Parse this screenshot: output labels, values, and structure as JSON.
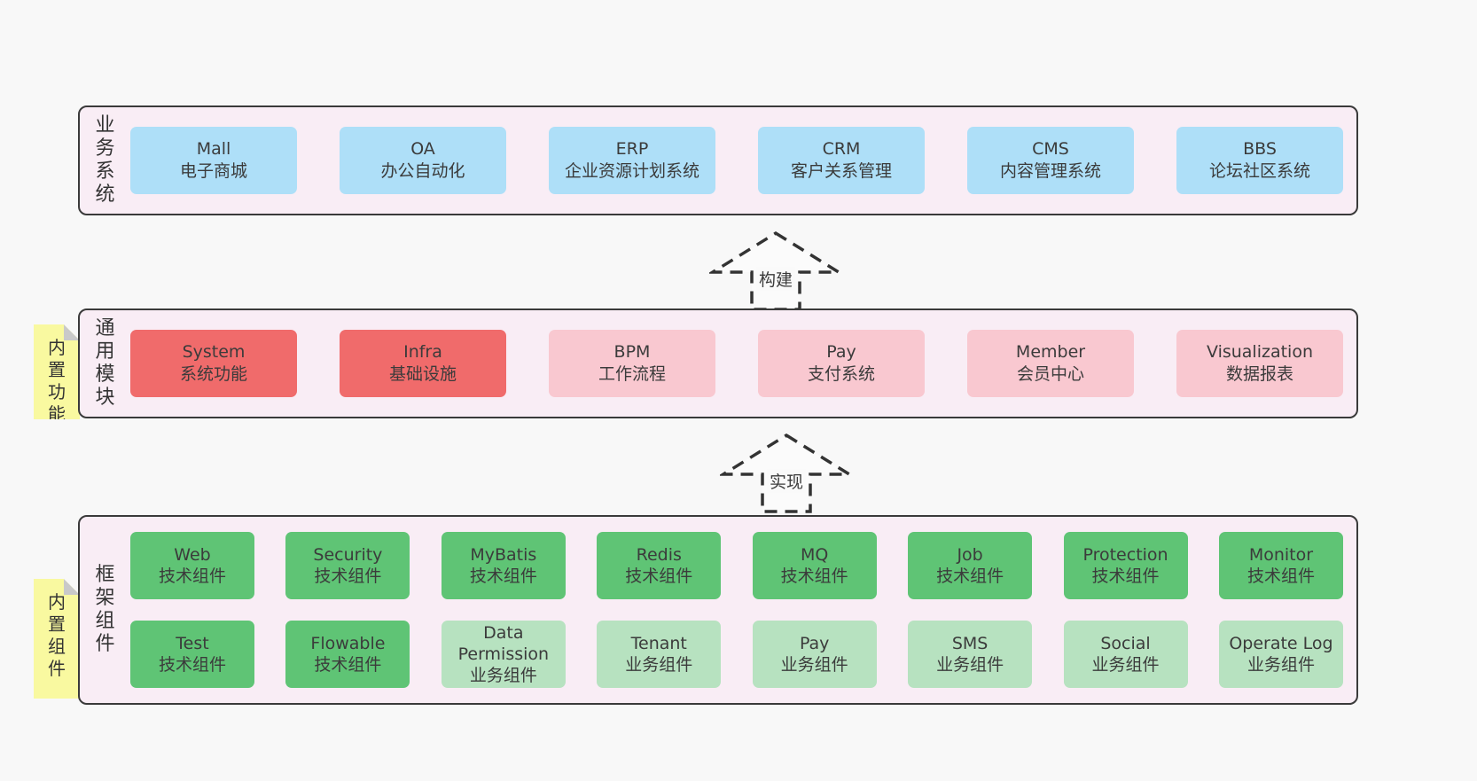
{
  "colors": {
    "page_bg": "#f8f8f8",
    "panel_bg": "#f9edf5",
    "panel_border": "#3a3a3a",
    "box_blue": "#aedff8",
    "box_red": "#f06b6b",
    "box_pink": "#f9c8d0",
    "box_green_dark": "#5fc475",
    "box_green_light": "#b7e2c0",
    "sticky_yellow": "#f9f9a0",
    "sticky_fold_gray": "#c9c9c9",
    "text": "#3b3b3b"
  },
  "sections": {
    "business": {
      "label_vertical": "业务系统",
      "boxes": [
        {
          "name": "Mall",
          "desc": "电子商城"
        },
        {
          "name": "OA",
          "desc": "办公自动化"
        },
        {
          "name": "ERP",
          "desc": "企业资源计划系统"
        },
        {
          "name": "CRM",
          "desc": "客户关系管理"
        },
        {
          "name": "CMS",
          "desc": "内容管理系统"
        },
        {
          "name": "BBS",
          "desc": "论坛社区系统"
        }
      ]
    },
    "modules": {
      "label_vertical": "通用模块",
      "tag_vertical": "内置功能",
      "boxes": [
        {
          "name": "System",
          "desc": "系统功能"
        },
        {
          "name": "Infra",
          "desc": "基础设施"
        },
        {
          "name": "BPM",
          "desc": "工作流程"
        },
        {
          "name": "Pay",
          "desc": "支付系统"
        },
        {
          "name": "Member",
          "desc": "会员中心"
        },
        {
          "name": "Visualization",
          "desc": "数据报表"
        }
      ]
    },
    "framework": {
      "label_vertical": "框架组件",
      "tag_vertical": "内置组件",
      "rows": [
        [
          {
            "name": "Web",
            "desc": "技术组件"
          },
          {
            "name": "Security",
            "desc": "技术组件"
          },
          {
            "name": "MyBatis",
            "desc": "技术组件"
          },
          {
            "name": "Redis",
            "desc": "技术组件"
          },
          {
            "name": "MQ",
            "desc": "技术组件"
          },
          {
            "name": "Job",
            "desc": "技术组件"
          },
          {
            "name": "Protection",
            "desc": "技术组件"
          },
          {
            "name": "Monitor",
            "desc": "技术组件"
          }
        ],
        [
          {
            "name": "Test",
            "desc": "技术组件"
          },
          {
            "name": "Flowable",
            "desc": "技术组件"
          },
          {
            "name": "Data Permission",
            "desc": "业务组件"
          },
          {
            "name": "Tenant",
            "desc": "业务组件"
          },
          {
            "name": "Pay",
            "desc": "业务组件"
          },
          {
            "name": "SMS",
            "desc": "业务组件"
          },
          {
            "name": "Social",
            "desc": "业务组件"
          },
          {
            "name": "Operate Log",
            "desc": "业务组件"
          }
        ]
      ]
    }
  },
  "arrows": {
    "build": "构建",
    "implement": "实现"
  }
}
